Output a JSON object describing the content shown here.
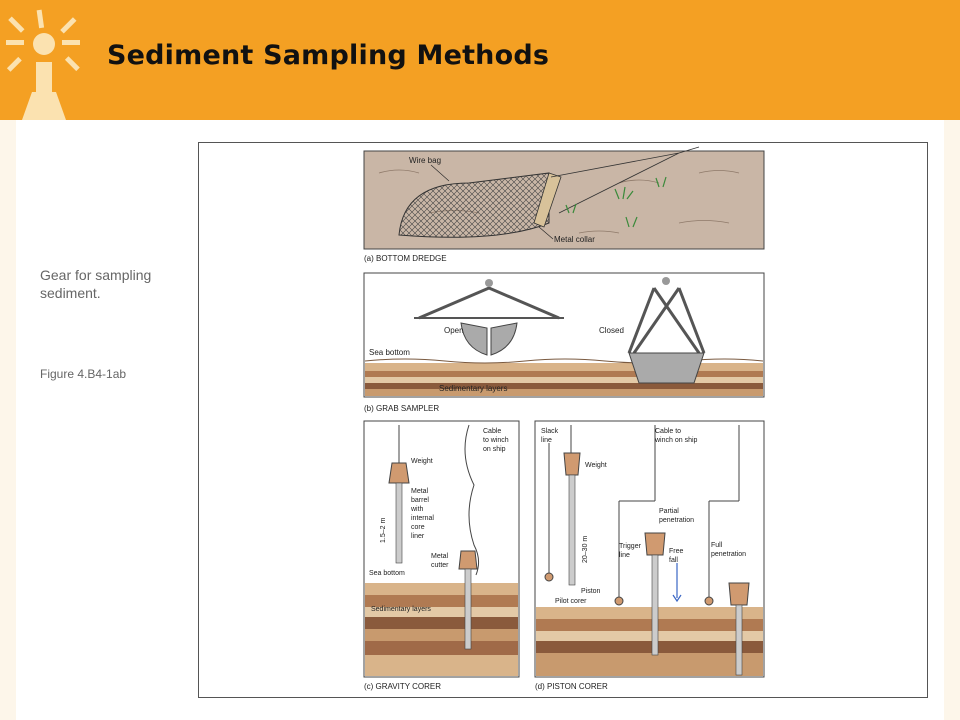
{
  "header": {
    "title": "Sediment Sampling Methods"
  },
  "sidebar": {
    "caption": "Gear for sampling sediment.",
    "figure_ref": "Figure 4.B4-1ab"
  },
  "figure": {
    "dredge": {
      "caption": "(a) BOTTOM DREDGE",
      "label_bag": "Wire bag",
      "label_collar": "Metal collar"
    },
    "grab": {
      "caption": "(b) GRAB SAMPLER",
      "label_open": "Open",
      "label_closed": "Closed",
      "label_bottom": "Sea bottom",
      "label_layers": "Sedimentary layers"
    },
    "gravity": {
      "caption": "(c) GRAVITY CORER",
      "label_cable_1": "Cable",
      "label_cable_2": "to winch",
      "label_cable_3": "on ship",
      "label_weight": "Weight",
      "label_barrel_1": "Metal",
      "label_barrel_2": "barrel",
      "label_barrel_3": "with",
      "label_barrel_4": "internal",
      "label_barrel_5": "core",
      "label_barrel_6": "liner",
      "label_length": "1.5–2 m",
      "label_cutter_1": "Metal",
      "label_cutter_2": "cutter",
      "label_bottom": "Sea bottom",
      "label_layers": "Sedimentary layers"
    },
    "piston": {
      "caption": "(d) PISTON CORER",
      "label_slack_1": "Slack",
      "label_slack_2": "line",
      "label_cable_1": "Cable to",
      "label_cable_2": "winch on ship",
      "label_weight": "Weight",
      "label_length": "20–30 m",
      "label_partial_1": "Partial",
      "label_partial_2": "penetration",
      "label_trigger_1": "Trigger",
      "label_trigger_2": "line",
      "label_free_1": "Free",
      "label_free_2": "fall",
      "label_full_1": "Full",
      "label_full_2": "penetration",
      "label_piston": "Piston",
      "label_pilot": "Pilot corer"
    }
  },
  "colors": {
    "header": "#f4a023",
    "sediment_tan": "#d9b48a",
    "sediment_brown": "#b07a52",
    "sediment_dark": "#8a5a3c",
    "seabed_gray": "#c9bfb4"
  }
}
